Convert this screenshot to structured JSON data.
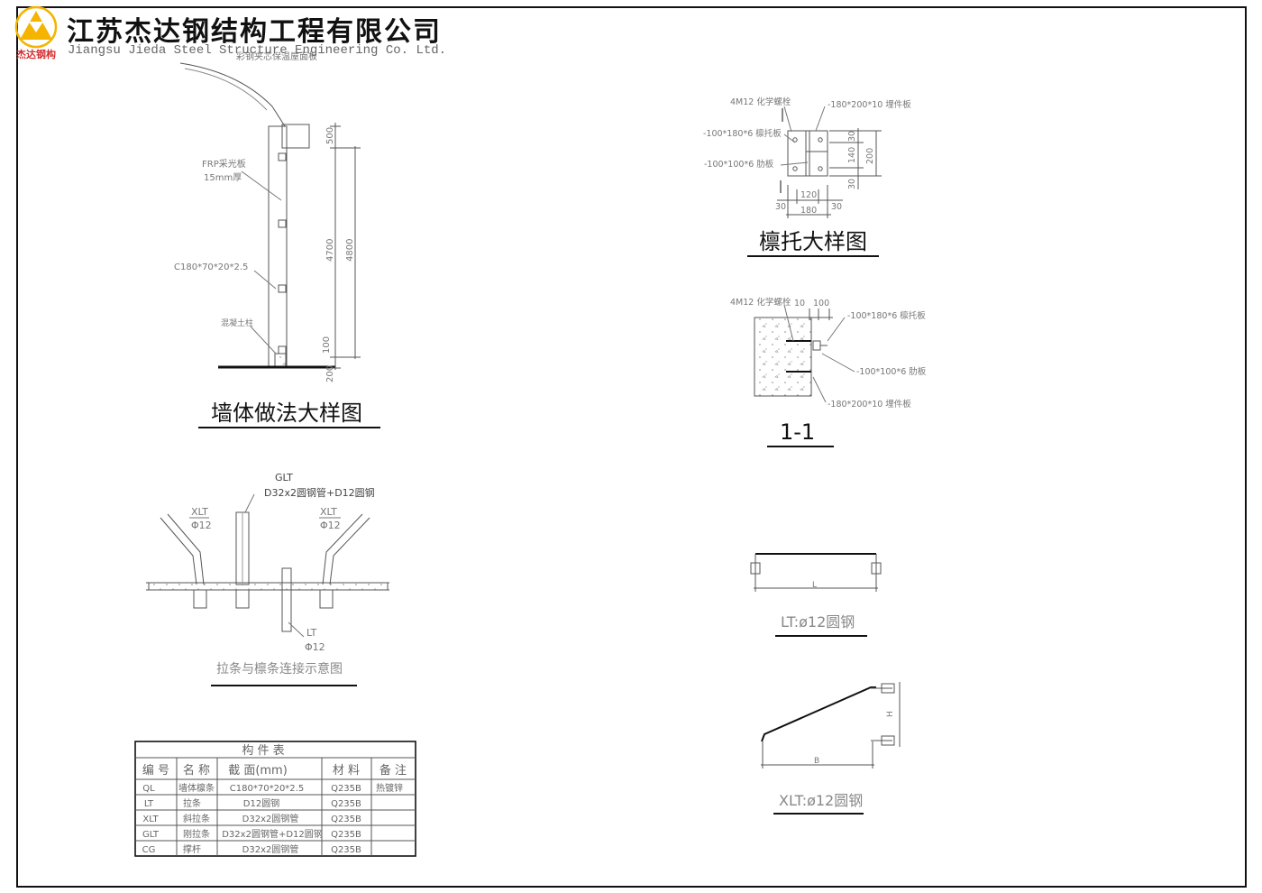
{
  "company": {
    "name_cn": "江苏杰达钢结构工程有限公司",
    "name_en": "Jiangsu Jieda Steel Structure Engineering Co. Ltd.",
    "logo_text": "杰达钢构"
  },
  "wall_detail": {
    "title": "墙体做法大样图",
    "labels": {
      "roof_panel": "彩钢夹芯保温屋面板",
      "frp_panel": "FRP采光板",
      "frp_thickness": "15mm厚",
      "purlin": "C180*70*20*2.5",
      "column": "混凝土柱"
    },
    "dims": {
      "d500": "500",
      "d4700": "4700",
      "d4800": "4800",
      "d100": "100",
      "d200": "200"
    }
  },
  "purlin_bracket": {
    "title": "檩托大样图",
    "labels": {
      "bolt": "4M12 化学螺栓",
      "embed_plate": "-180*200*10 埋件板",
      "bracket_plate": "-100*180*6 檩托板",
      "rib_plate": "-100*100*6 肋板"
    },
    "dims": {
      "d30a": "30",
      "d140": "140",
      "d200": "200",
      "d30b": "30",
      "d120": "120",
      "d30c": "30",
      "d30d": "30",
      "d180": "180"
    }
  },
  "section_11": {
    "title": "1-1",
    "labels": {
      "bolt": "4M12 化学螺栓",
      "d10": "10",
      "d100": "100",
      "bracket_plate": "-100*180*6 檩托板",
      "rib_plate": "-100*100*6 肋板",
      "embed_plate": "-180*200*10 埋件板"
    }
  },
  "tie_connection": {
    "title": "拉条与檩条连接示意图",
    "labels": {
      "glt": "GLT",
      "glt_spec": "D32x2圆钢管+D12圆钢",
      "xlt_left": "XLT",
      "xlt_left_dia": "Φ12",
      "xlt_right": "XLT",
      "xlt_right_dia": "Φ12",
      "lt": "LT",
      "lt_dia": "Φ12"
    }
  },
  "lt_detail": {
    "title": "LT:ø12圆钢",
    "dim_l": "L"
  },
  "xlt_detail": {
    "title": "XLT:ø12圆钢",
    "dim_b": "B",
    "dim_h": "H"
  },
  "parts_table": {
    "title": "构 件 表",
    "headers": [
      "编 号",
      "名 称",
      "截 面(mm)",
      "材 料",
      "备 注"
    ],
    "rows": [
      [
        "QL",
        "墙体檩条",
        "C180*70*20*2.5",
        "Q235B",
        "热镀锌"
      ],
      [
        "LT",
        "拉条",
        "D12圆钢",
        "Q235B",
        ""
      ],
      [
        "XLT",
        "斜拉条",
        "D32x2圆钢管",
        "Q235B",
        ""
      ],
      [
        "GLT",
        "刚拉条",
        "D32x2圆钢管+D12圆钢",
        "Q235B",
        ""
      ],
      [
        "CG",
        "撑杆",
        "D32x2圆钢管",
        "Q235B",
        ""
      ]
    ]
  }
}
